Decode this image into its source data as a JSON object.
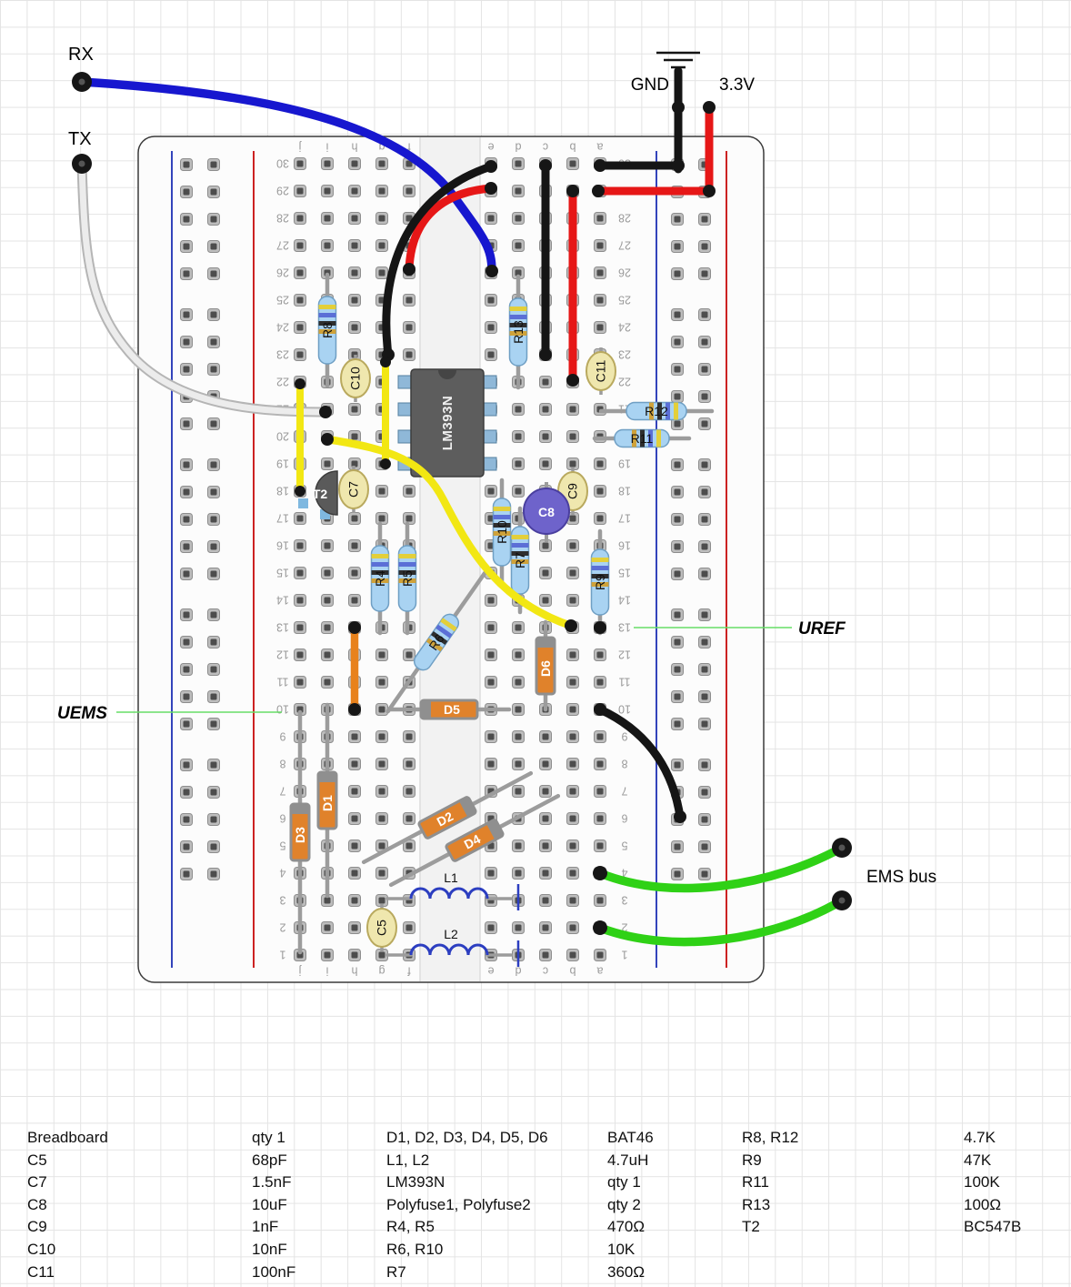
{
  "wire_labels": {
    "rx": "RX",
    "tx": "TX",
    "gnd": "GND",
    "v33": "3.3V",
    "uref": "UREF",
    "uems": "UEMS",
    "ems_bus": "EMS bus"
  },
  "components": {
    "ic": "LM393N",
    "t2": "T2",
    "r4": "R4",
    "r5": "R5",
    "r6": "R6",
    "r7": "R7",
    "r8": "R8",
    "r9": "R9",
    "r10": "R10",
    "r11": "R11",
    "r12": "R12",
    "r13": "R13",
    "c5": "C5",
    "c7": "C7",
    "c8": "C8",
    "c9": "C9",
    "c10": "C10",
    "c11": "C11",
    "d1": "D1",
    "d2": "D2",
    "d3": "D3",
    "d4": "D4",
    "d5": "D5",
    "d6": "D6",
    "l1": "L1",
    "l2": "L2"
  },
  "breadboard": {
    "row_numbers": [
      "1",
      "2",
      "3",
      "4",
      "5",
      "6",
      "7",
      "8",
      "9",
      "10",
      "11",
      "12",
      "13",
      "14",
      "15",
      "16",
      "17",
      "18",
      "19",
      "20",
      "21",
      "22",
      "23",
      "24",
      "25",
      "26",
      "27",
      "28",
      "29",
      "30"
    ],
    "column_letters": [
      "a",
      "b",
      "c",
      "d",
      "e",
      "f",
      "g",
      "h",
      "i",
      "j"
    ]
  },
  "colors": {
    "wire_blue": "#1717cf",
    "wire_red": "#e61717",
    "wire_black": "#151515",
    "wire_white": "#ececec",
    "wire_yellow": "#f2e713",
    "wire_orange": "#e8821c",
    "wire_green": "#2fd116",
    "annotation_green": "#66dd66",
    "resistor_body": "#a9d3f2",
    "diode_body": "#e0822b",
    "cap_disc": "#efe7ae",
    "cap_electrolytic": "#6e63cb",
    "ic_body": "#5d5d5d"
  },
  "parts_list": {
    "rows": [
      {
        "c1": "Breadboard",
        "c2": "qty 1",
        "c3": "D1, D2, D3, D4, D5, D6",
        "c4": "BAT46",
        "c5": "R8, R12",
        "c6": "4.7K"
      },
      {
        "c1": "C5",
        "c2": "68pF",
        "c3": "L1, L2",
        "c4": "4.7uH",
        "c5": "R9",
        "c6": "47K"
      },
      {
        "c1": "C7",
        "c2": "1.5nF",
        "c3": "LM393N",
        "c4": "qty 1",
        "c5": "R11",
        "c6": "100K"
      },
      {
        "c1": "C8",
        "c2": "10uF",
        "c3": "Polyfuse1, Polyfuse2",
        "c4": "qty 2",
        "c5": "R13",
        "c6": "100Ω"
      },
      {
        "c1": "C9",
        "c2": "1nF",
        "c3": "R4, R5",
        "c4": "470Ω",
        "c5": "T2",
        "c6": "BC547B"
      },
      {
        "c1": "C10",
        "c2": "10nF",
        "c3": "R6, R10",
        "c4": "10K",
        "c5": "",
        "c6": ""
      },
      {
        "c1": "C11",
        "c2": "100nF",
        "c3": "R7",
        "c4": "360Ω",
        "c5": "",
        "c6": ""
      }
    ]
  }
}
